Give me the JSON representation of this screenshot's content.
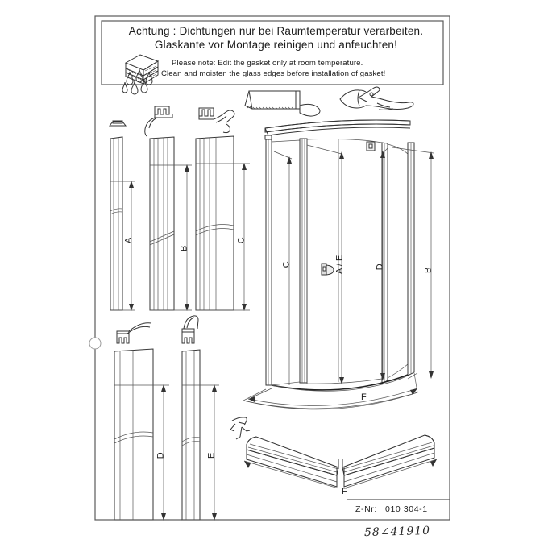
{
  "document": {
    "type": "installation-instruction-sheet",
    "drawing_number_label": "Z-Nr:",
    "drawing_number": "010 304-1",
    "handwritten_note": "58∠41910"
  },
  "notice": {
    "german_line1": "Achtung : Dichtungen nur bei Raumtemperatur verarbeiten.",
    "german_line2": "Glaskante vor Montage reinigen und anfeuchten!",
    "english_line1": "Please note: Edit the gasket only at room  temperature.",
    "english_line2": "Clean and moisten the glass edges before installation of gasket!",
    "icon_gasket": "gasket-stack-icon",
    "icon_drops": "water-drops-icon"
  },
  "tools": [
    {
      "name": "saw-icon",
      "label": "saw"
    },
    {
      "name": "pliers-icon",
      "label": "pliers"
    }
  ],
  "profiles_upper": [
    {
      "id": "A",
      "label": "A",
      "section_icon": "profile-section-a-icon"
    },
    {
      "id": "B",
      "label": "B",
      "section_icon": "profile-section-b-icon"
    },
    {
      "id": "C",
      "label": "C",
      "section_icon": "profile-section-c-icon"
    }
  ],
  "profiles_lower": [
    {
      "id": "D",
      "label": "D",
      "section_icon": "seal-section-d-icon"
    },
    {
      "id": "E",
      "label": "E",
      "section_icon": "seal-section-e-icon"
    }
  ],
  "enclosure": {
    "name": "quadrant-shower-enclosure",
    "dimension_labels": [
      "C",
      "A / E",
      "D",
      "B"
    ],
    "base_label": "F",
    "handle_icon": "door-handle-icon",
    "hinge_icon": "hinge-block-icon"
  },
  "base_profile": {
    "name": "curved-base-rail",
    "label": "F",
    "bracket_icon": "corner-bracket-icon"
  }
}
